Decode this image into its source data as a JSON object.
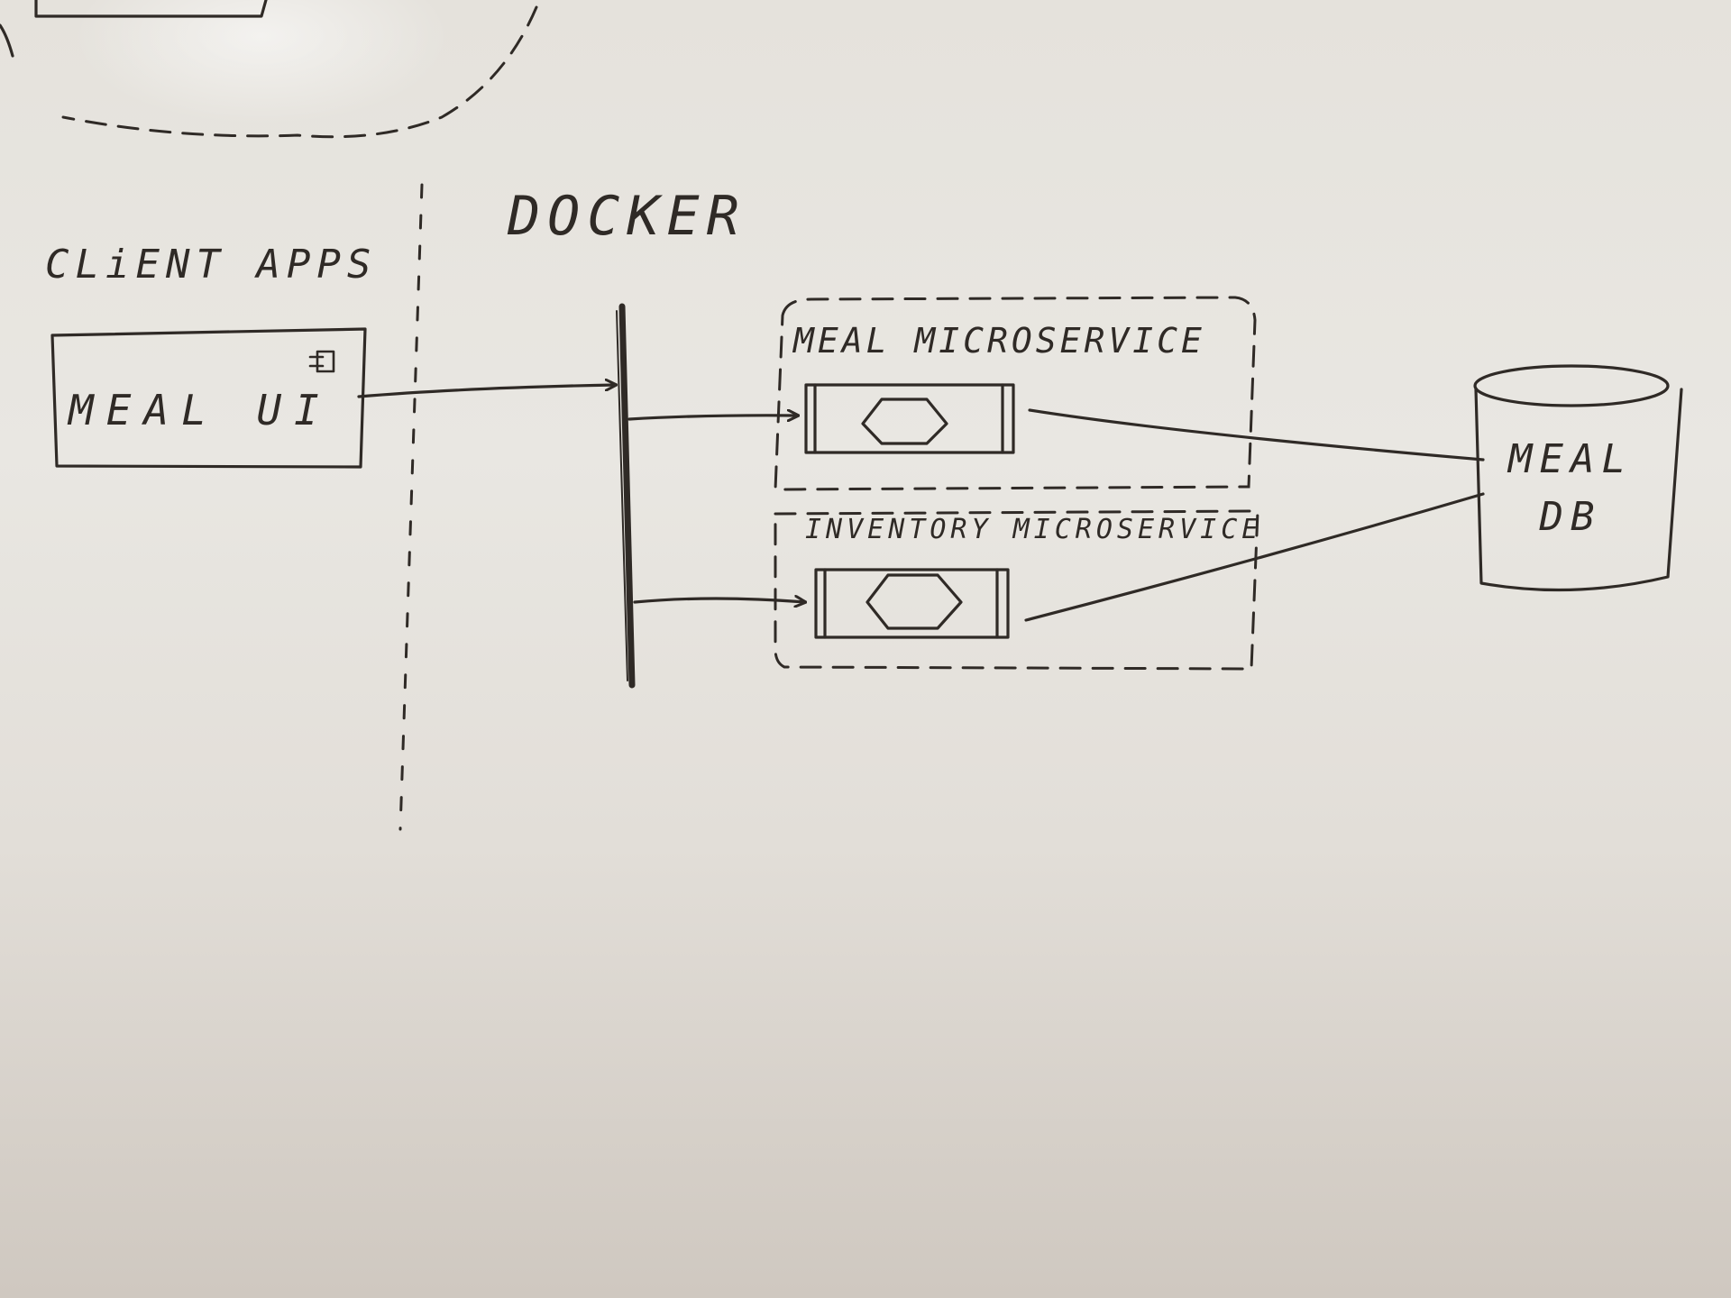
{
  "diagram": {
    "labels": {
      "client_apps": "CLiENT APPS",
      "docker": "DOCKER",
      "meal_ui": "MEAL UI",
      "meal_microservice": "MEAL MICROSERVICE",
      "inventory_microservice": "INVENTORY MICROSERVICE",
      "meal_db": "MEAL DB"
    },
    "edges": [
      {
        "from": "meal_ui",
        "to": "docker_gateway",
        "arrow": true
      },
      {
        "from": "docker_gateway",
        "to": "meal_microservice",
        "arrow": true
      },
      {
        "from": "docker_gateway",
        "to": "inventory_microservice",
        "arrow": true
      },
      {
        "from": "meal_microservice",
        "to": "meal_db",
        "arrow": false
      },
      {
        "from": "inventory_microservice",
        "to": "meal_db",
        "arrow": false
      }
    ],
    "ink_color": "#2f2a26",
    "board_color": "#e7e4df"
  }
}
